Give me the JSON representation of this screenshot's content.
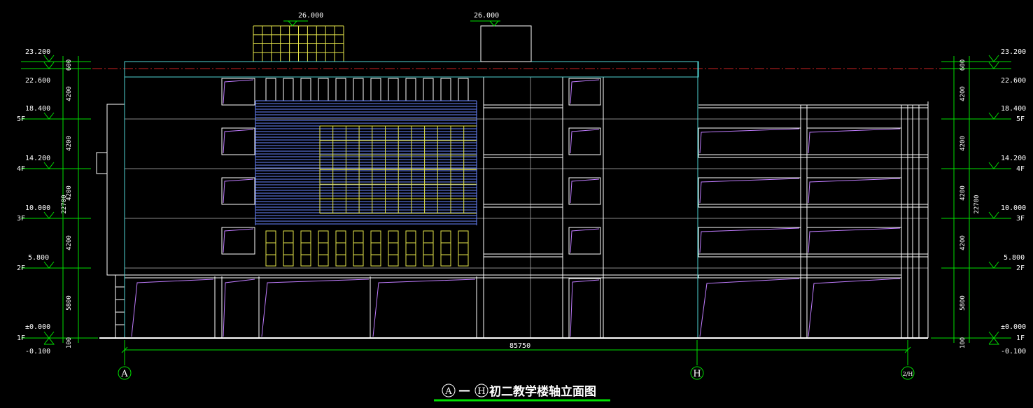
{
  "title": "初二教学楼轴立面图",
  "title_axis_from": "A",
  "title_axis_to": "H",
  "title_sep": "—",
  "colors": {
    "background": "#000000",
    "outline": "#ffffff",
    "roof_cyan": "#4fd5d5",
    "dimension_green": "#00e000",
    "curtain_wall_yellow": "#e6e64a",
    "louver_blue": "#6a86ff",
    "window_violet": "#c07cff",
    "datum_red": "#cc2222"
  },
  "axes": {
    "left": "A",
    "middle": "H",
    "right": "2/H"
  },
  "total_length": "85750",
  "top_marks": {
    "left": "26.000",
    "right": "26.000"
  },
  "elevations_left": [
    {
      "value": "23.200",
      "floor": ""
    },
    {
      "value": "22.600",
      "floor": ""
    },
    {
      "value": "18.400",
      "floor": "5F"
    },
    {
      "value": "14.200",
      "floor": "4F"
    },
    {
      "value": "10.000",
      "floor": "3F"
    },
    {
      "value": "5.800",
      "floor": "2F"
    },
    {
      "value": "±0.000",
      "floor": "1F"
    },
    {
      "value": "-0.100",
      "floor": ""
    }
  ],
  "elevations_right": [
    {
      "value": "23.200",
      "floor": ""
    },
    {
      "value": "22.600",
      "floor": ""
    },
    {
      "value": "18.400",
      "floor": "5F"
    },
    {
      "value": "14.200",
      "floor": "4F"
    },
    {
      "value": "10.000",
      "floor": "3F"
    },
    {
      "value": "5.800",
      "floor": "2F"
    },
    {
      "value": "±0.000",
      "floor": "1F"
    },
    {
      "value": "-0.100",
      "floor": ""
    }
  ],
  "vertical_dims": [
    "600",
    "4200",
    "4200",
    "4200",
    "4200",
    "5800",
    "100"
  ],
  "overall_height": "22700"
}
